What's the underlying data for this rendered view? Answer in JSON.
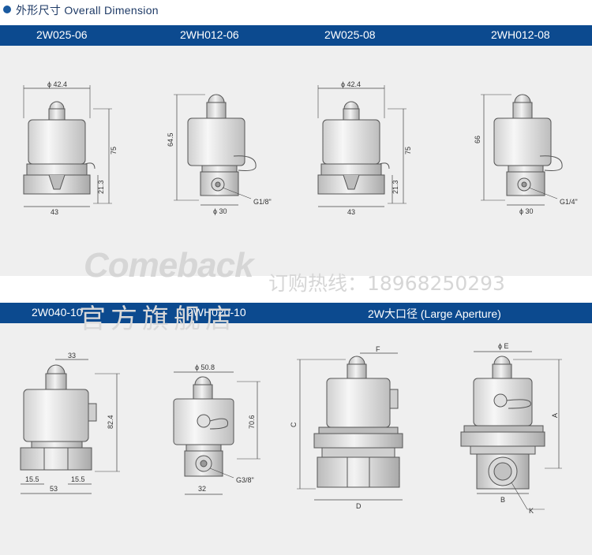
{
  "header": {
    "title": "外形尺寸 Overall Dimension"
  },
  "row1": {
    "labels": [
      "2W025-06",
      "2WH012-06",
      "2W025-08",
      "2WH012-08"
    ]
  },
  "row2": {
    "labels": [
      "2W040-10",
      "2WH020-10",
      "2W大口径  (Large Aperture)"
    ]
  },
  "watermark": {
    "brand": "Comeback",
    "hotline": "订购热线：18968250293",
    "store": "官方旗舰店"
  },
  "dims": {
    "d1": {
      "top": "ϕ 42.4",
      "height": "75",
      "lower": "21.3",
      "bottom": "43"
    },
    "d2": {
      "height": "64.5",
      "thread": "G1/8\"",
      "bottom": "ϕ 30"
    },
    "d3": {
      "top": "ϕ 42.4",
      "height": "75",
      "lower": "21.3",
      "bottom": "43"
    },
    "d4": {
      "height": "66",
      "thread": "G1/4\"",
      "bottom": "ϕ 30"
    },
    "d5": {
      "top": "33",
      "height": "82.4",
      "left": "15.5",
      "right": "15.5",
      "bottom": "53"
    },
    "d6": {
      "top": "ϕ 50.8",
      "height": "70.6",
      "thread": "G3/8\"",
      "bottom": "32"
    },
    "d7": {
      "f": "F",
      "c": "C",
      "d": "D"
    },
    "d8": {
      "e": "ϕ E",
      "a": "A",
      "b": "B",
      "k": "K"
    }
  },
  "colors": {
    "band": "#0c4a8f",
    "panel": "#efefef",
    "ink": "#333333"
  }
}
